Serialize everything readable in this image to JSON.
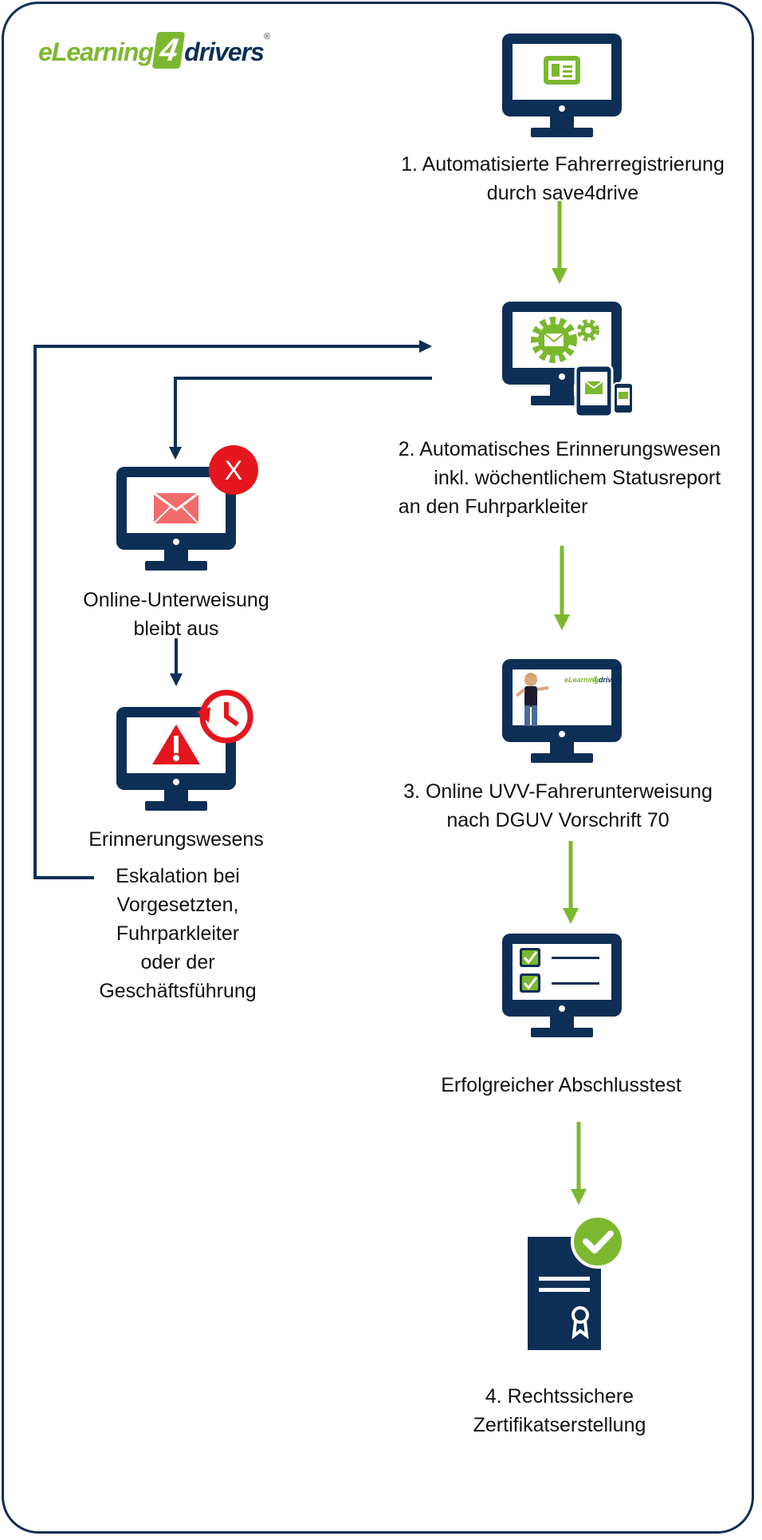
{
  "logo": {
    "prefix": "eLearning",
    "four": "4",
    "suffix": "drivers",
    "reg": "®"
  },
  "steps": {
    "step1": [
      "1. Automatisierte Fahrerregistrierung",
      "durch save4drive"
    ],
    "step2": [
      "2. Automatisches Erinnerungswesen",
      "inkl. wöchentlichem Statusreport",
      "an den Fuhrparkleiter"
    ],
    "step3": [
      "3. Online UVV-Fahrerunterweisung",
      "nach DGUV Vorschrift 70"
    ],
    "test": [
      "Erfolgreicher Abschlusstest"
    ],
    "step4": [
      "4. Rechtssichere",
      "Zertifikatserstellung"
    ]
  },
  "side": {
    "missed": [
      "Online-Unterweisung",
      "bleibt aus"
    ],
    "reminder": [
      "Erinnerungswesens"
    ],
    "escalation": [
      "Eskalation bei",
      "Vorgesetzten,",
      "Fuhrparkleiter",
      "oder der",
      "Geschäftsführung"
    ]
  },
  "screen_logo": {
    "prefix": "eLearning",
    "four": "4",
    "suffix": "drivers"
  },
  "error_mark": "X",
  "icons": {
    "registration": "id-card-monitor-icon",
    "reminder_system": "gears-email-devices-icon",
    "mail_failed": "email-failed-monitor-icon",
    "escalation": "warning-clock-monitor-icon",
    "video": "video-instructor-monitor-icon",
    "test": "checklist-monitor-icon",
    "certificate": "certificate-check-icon"
  },
  "colors": {
    "navy": "#0d2f55",
    "green": "#7cb82f",
    "red": "#e5161d",
    "salmon": "#f26b6b"
  }
}
